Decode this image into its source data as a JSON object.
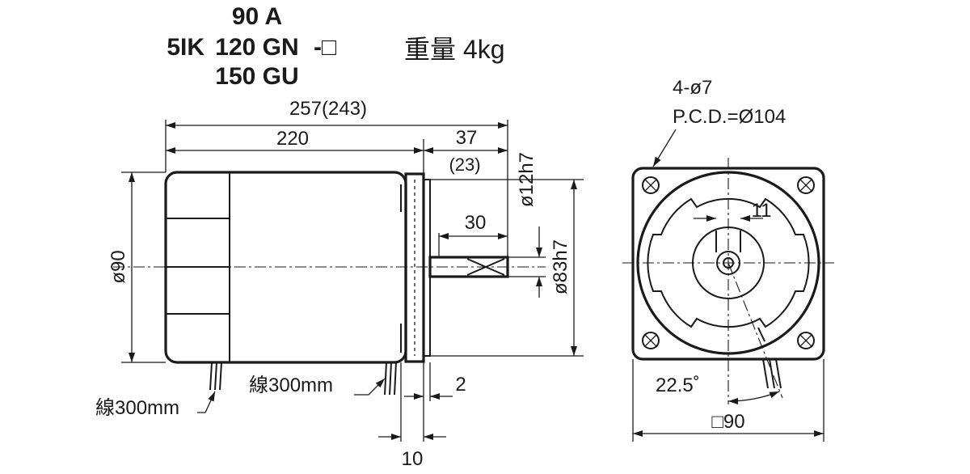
{
  "title": {
    "line1": "90  A",
    "line2_prefix": "5IK",
    "line2_model": "120 GN",
    "line2_suffix": "-□",
    "line3": "150 GU",
    "weight": "重量 4kg"
  },
  "side_view": {
    "overall_length": "257(243)",
    "body_length": "220",
    "shaft_length": "37",
    "shaft_length_alt": "(23)",
    "shaft_diameter": "ø12h7",
    "key_length": "30",
    "body_diameter": "ø90",
    "pilot_diameter": "ø83h7",
    "lead_wire_left": "線300mm",
    "lead_wire_right": "線300mm",
    "flange_thickness": "2",
    "flange_width": "10"
  },
  "front_view": {
    "holes": "4-ø7",
    "pcd": "P.C.D.=Ø104",
    "key_width": "11",
    "angle": "22.5˚",
    "square_size": "□90"
  }
}
